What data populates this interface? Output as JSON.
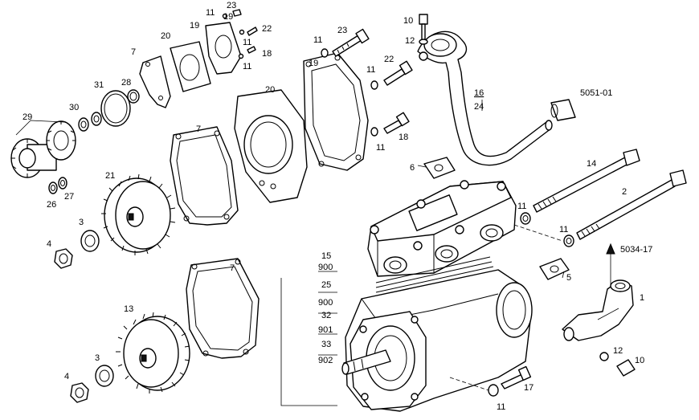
{
  "callouts": {
    "c1": "1",
    "c2": "2",
    "c3a": "3",
    "c3b": "3",
    "c4a": "4",
    "c4b": "4",
    "c5": "5",
    "c6": "6",
    "c7a": "7",
    "c7b": "7",
    "c7c": "7",
    "c10a": "10",
    "c10b": "10",
    "c11a": "11",
    "c11b": "11",
    "c11c": "11",
    "c11d": "11",
    "c11e": "11",
    "c11f": "11",
    "c11g": "11",
    "c11h": "11",
    "c11i": "11",
    "c12a": "12",
    "c12b": "12",
    "c13": "13",
    "c14": "14",
    "c16": "16",
    "c24": "24",
    "c17": "17",
    "c18a": "18",
    "c18b": "18",
    "c19a": "19",
    "c19b": "19",
    "c20a": "20",
    "c20b": "20",
    "c21": "21",
    "c22a": "22",
    "c22b": "22",
    "c23a": "23",
    "c23b": "23",
    "c26": "26",
    "c27": "27",
    "c28": "28",
    "c29": "29",
    "c30": "30",
    "c31": "31"
  },
  "references": {
    "top_ref": "5051-01",
    "arrow_ref": "5034-17"
  },
  "kit_table": [
    "15",
    "900",
    "25",
    "900",
    "32",
    "901",
    "33",
    "902"
  ]
}
